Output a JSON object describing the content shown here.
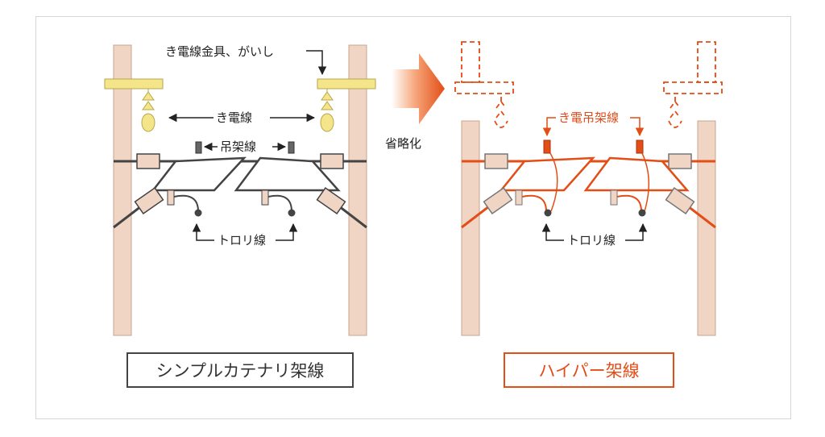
{
  "labels": {
    "fitting": "き電線金具、がいし",
    "feeder": "き電線",
    "messenger": "吊架線",
    "trolley_left": "トロリ線",
    "feeder_messenger": "き電吊架線",
    "trolley_right": "トロリ線",
    "omission": "省略化"
  },
  "captions": {
    "left": "シンプルカテナリ架線",
    "right": "ハイパー架線"
  },
  "colors": {
    "pole": "#f0d5c4",
    "pole_stroke": "#c9a48f",
    "insulator": "#f5e58a",
    "dark": "#444444",
    "accent": "#e34d16"
  }
}
